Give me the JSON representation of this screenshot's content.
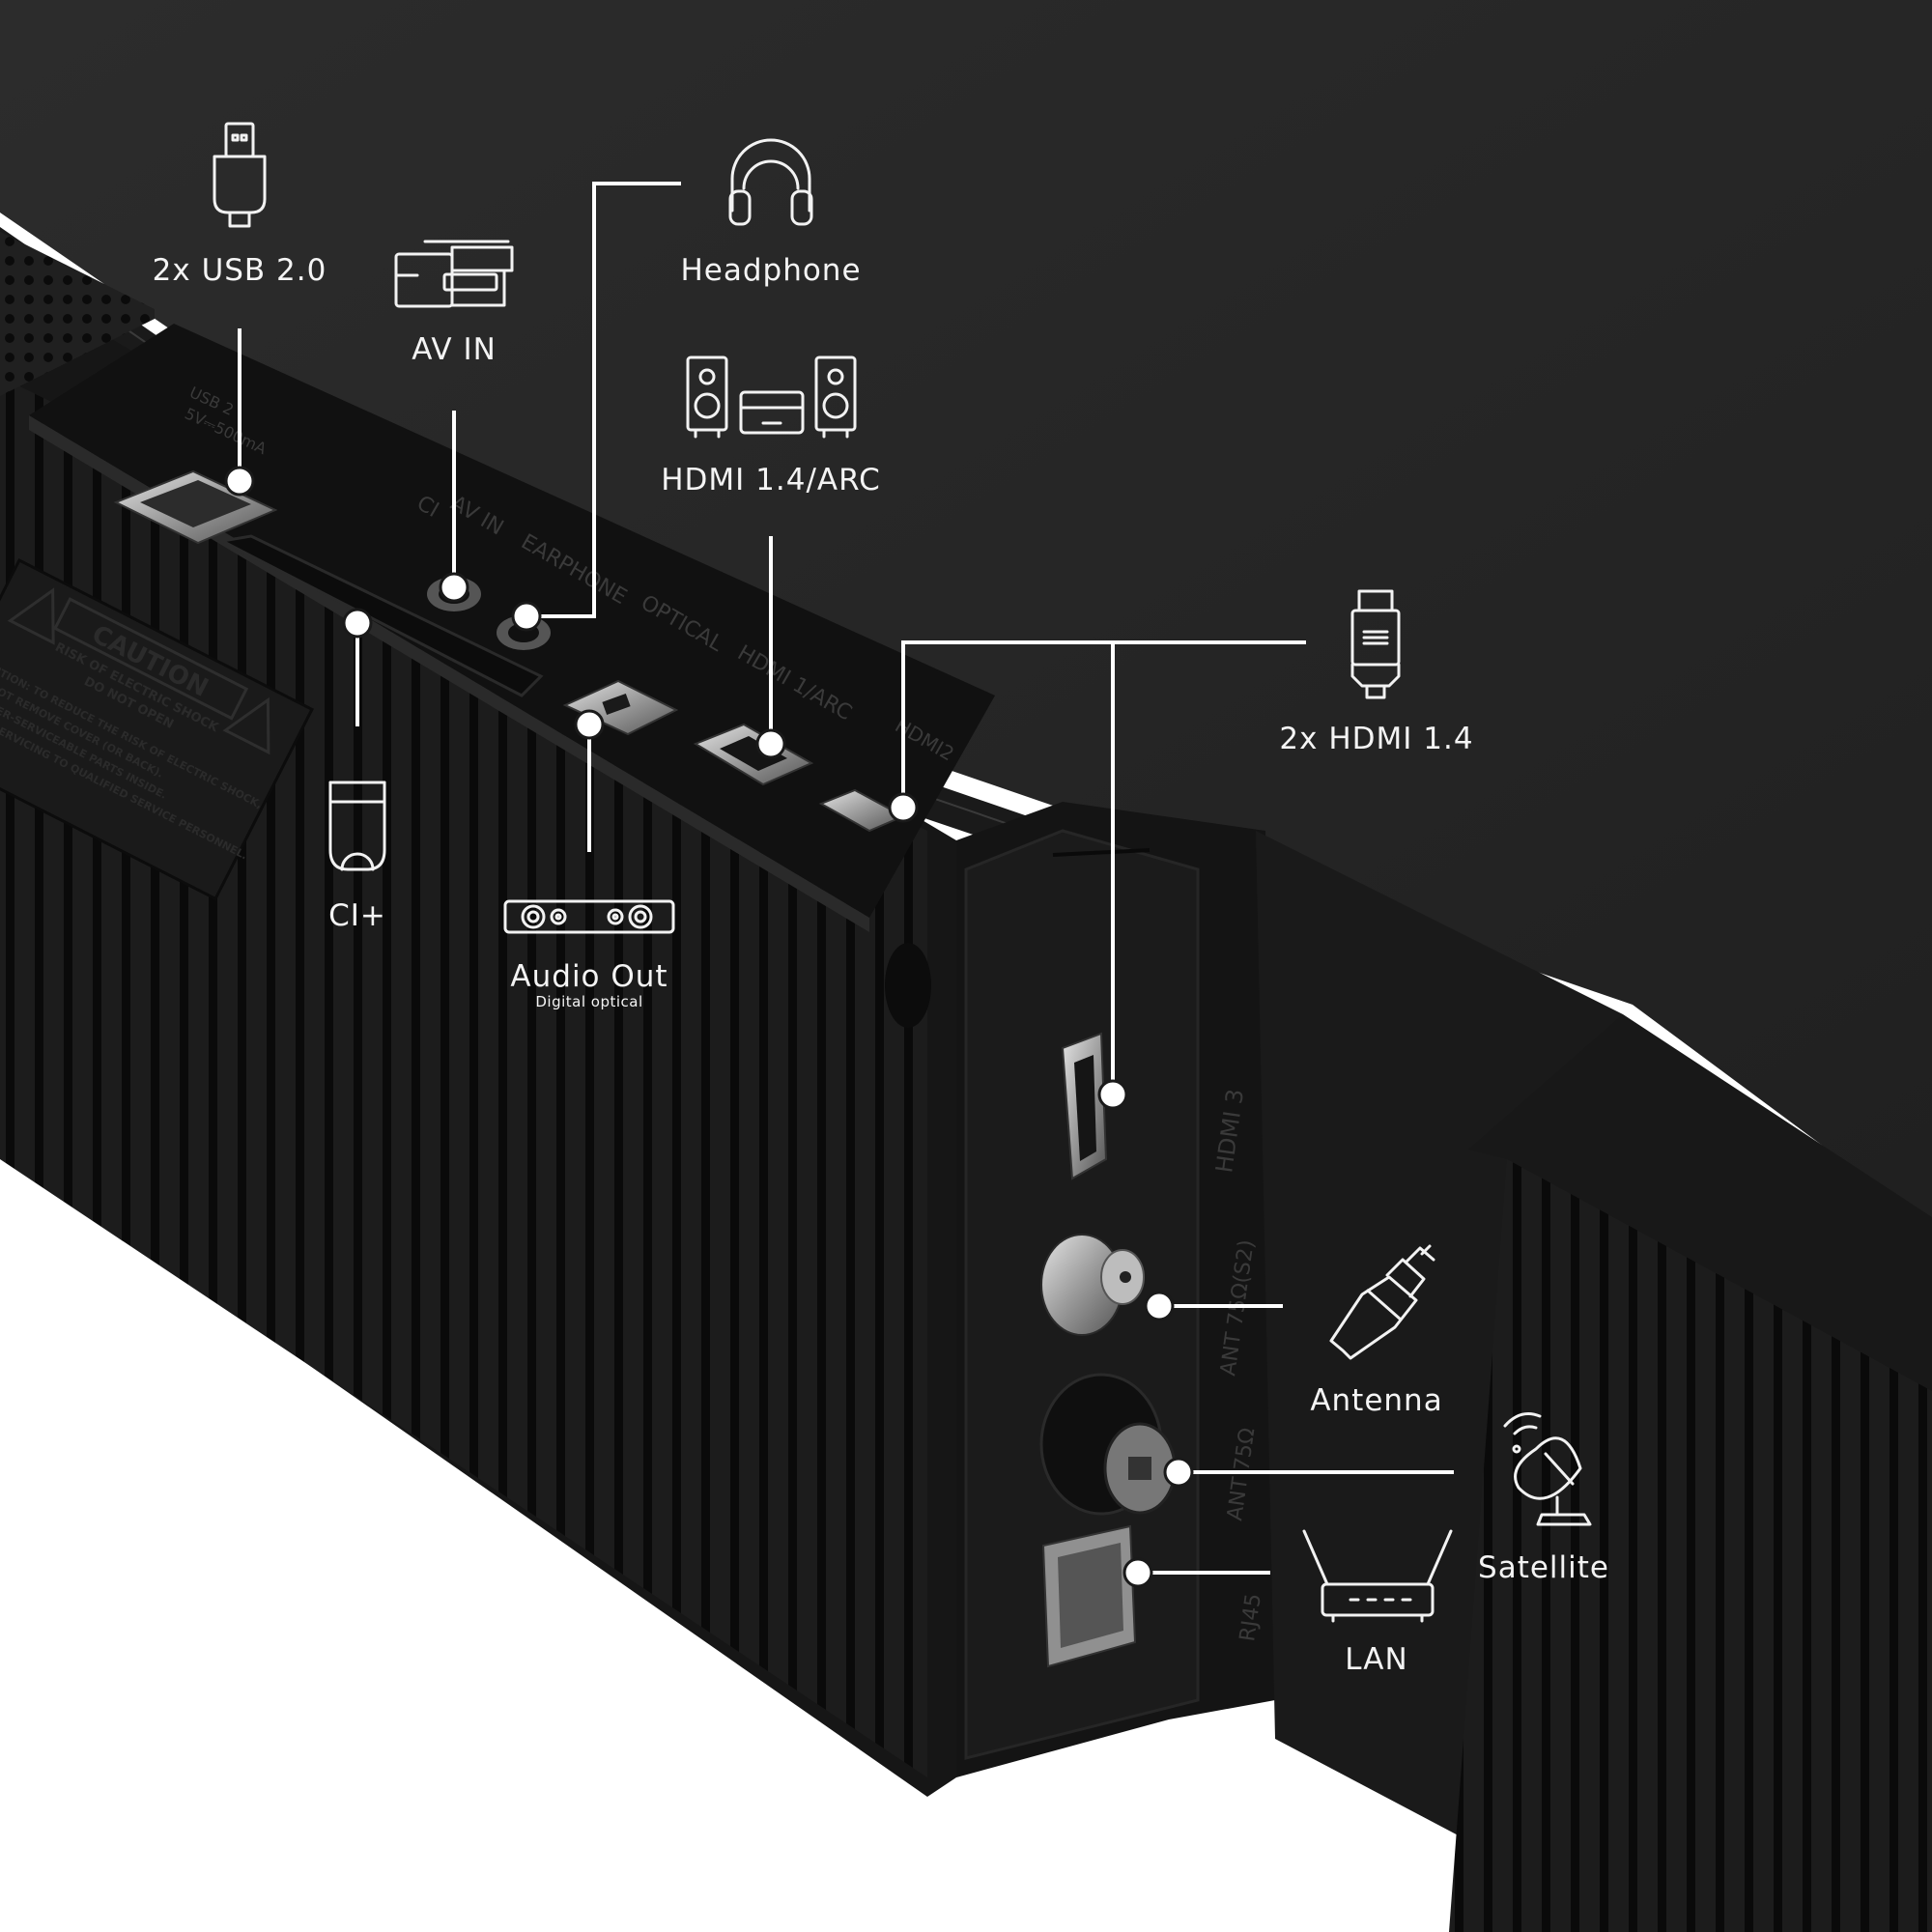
{
  "labels": {
    "usb": "2x USB 2.0",
    "av_in": "AV IN",
    "headphone": "Headphone",
    "hdmi_arc": "HDMI 1.4/ARC",
    "hdmi_2x": "2x HDMI 1.4",
    "ci": "CI+",
    "audio_out": "Audio Out",
    "audio_out_sub": "Digital optical",
    "antenna": "Antenna",
    "satellite": "Satellite",
    "lan": "LAN"
  },
  "engraved": {
    "ci": "CI",
    "av_in": "AV IN",
    "earphone": "EARPHONE",
    "optical": "OPTICAL",
    "hdmi1": "HDMI 1/ARC",
    "hdmi2": "HDMI2",
    "hdmi3": "HDMI 3",
    "ant_s2": "ANT 75Ω(S2)",
    "ant_75": "ANT 75Ω",
    "rj45": "RJ45",
    "usb_rating_1": "USB 2",
    "usb_rating_2": "5V⎓500mA",
    "caution_title": "CAUTION",
    "caution_line1": "RISK OF ELECTRIC SHOCK",
    "caution_line2": "DO NOT OPEN",
    "caution_body1": "CAUTION: TO REDUCE THE RISK OF ELECTRIC SHOCK,",
    "caution_body2": "DO NOT REMOVE COVER (OR BACK).",
    "caution_body3": "NO USER-SERVICEABLE PARTS INSIDE.",
    "caution_body4": "REFER SERVICING TO QUALIFIED SERVICE PERSONNEL."
  },
  "colors": {
    "background": "#ffffff",
    "panel": "#1e1e1e",
    "wall": "#262626",
    "callout": "#ffffff"
  },
  "icons": [
    "usb-icon",
    "camcorder-icon",
    "headphone-icon",
    "speaker-system-icon",
    "hdmi-plug-icon",
    "ci-card-icon",
    "optical-audio-icon",
    "coax-plug-icon",
    "satellite-dish-icon",
    "router-icon"
  ]
}
